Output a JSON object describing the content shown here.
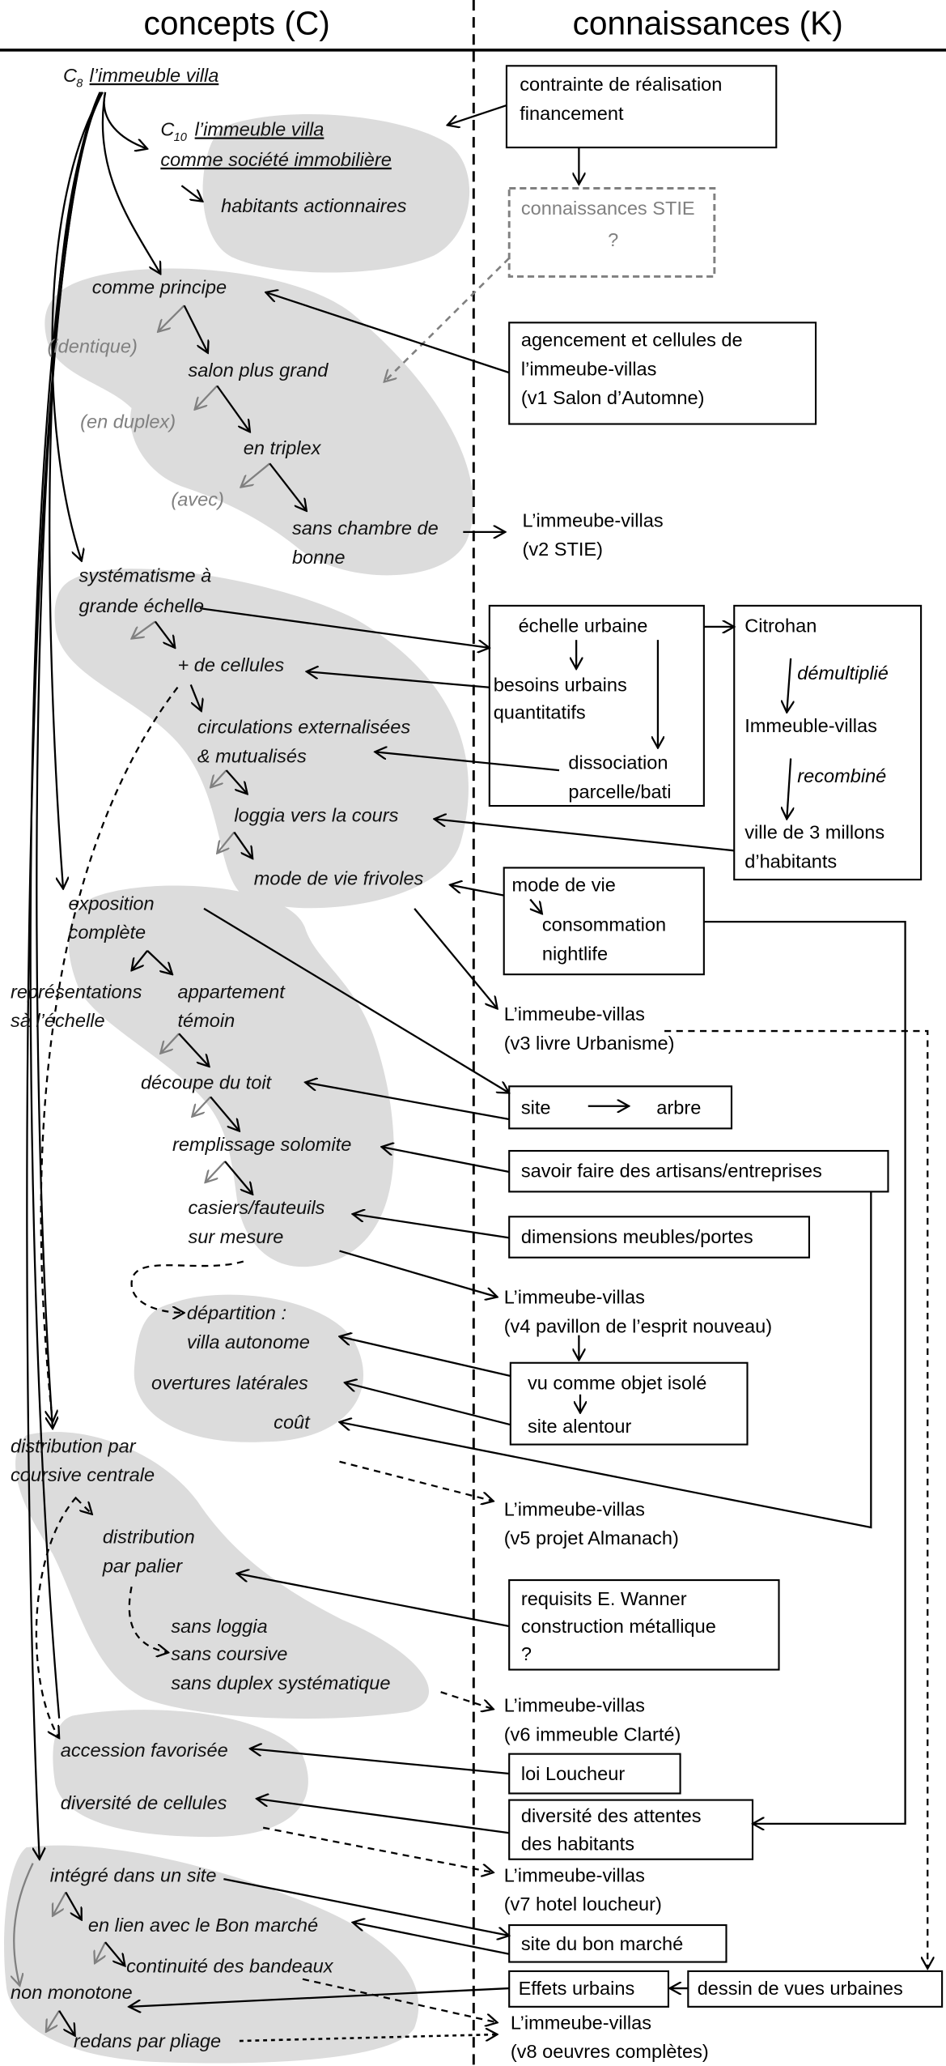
{
  "header": {
    "concepts_title": "concepts (C)",
    "knowledge_title": "connaissances (K)"
  },
  "concepts": {
    "c8": {
      "letter": "C",
      "index": "8",
      "title": "l’immeuble villa"
    },
    "c10": {
      "letter": "C",
      "index": "10",
      "title_line1": "l’immeuble villa",
      "title_line2": "comme société immobilière"
    },
    "habitants_actionnaires": "habitants actionnaires",
    "comme_principe": "comme principe",
    "identique": "(identique)",
    "salon_plus_grand": "salon plus grand",
    "en_duplex": "(en duplex)",
    "en_triplex": "en triplex",
    "avec": "(avec)",
    "sans_chambre": [
      "sans chambre de",
      "bonne"
    ],
    "systematisme": [
      "systématisme à",
      "grande échelle"
    ],
    "plus_de_cellules": "+ de cellules",
    "circulations": [
      "circulations externalisées",
      "& mutualisés"
    ],
    "loggia": "loggia vers la cours",
    "mode_de_vie_frivoles": "mode de vie frivoles",
    "exposition": [
      "exposition",
      "complète"
    ],
    "representations": [
      "représentations",
      "sà l’échelle"
    ],
    "appartement_temoin": [
      "appartement",
      "témoin"
    ],
    "decoupe_toit": "découpe du toit",
    "remplissage": "remplissage solomite",
    "casiers": [
      "casiers/fauteuils",
      "sur mesure"
    ],
    "departition": [
      "départition :",
      "villa autonome"
    ],
    "overtures": "overtures latérales",
    "cout": "coût",
    "distribution_coursive": [
      "distribution par",
      "coursive centrale"
    ],
    "distribution_palier": [
      "distribution",
      "par palier"
    ],
    "sans_list": [
      "sans loggia",
      "sans coursive",
      "sans duplex systématique"
    ],
    "accession": "accession favorisée",
    "diversite_cellules": "diversité de cellules",
    "integre": "intégré dans un site",
    "en_lien": "en lien avec le Bon marché",
    "continuite": "continuité des bandeaux",
    "non_monotone": "non monotone",
    "redans": "redans par pliage"
  },
  "knowledge": {
    "contrainte": [
      "contrainte de réalisation",
      "financement"
    ],
    "stie": [
      "connaissances STIE",
      "?"
    ],
    "agencement": [
      "agencement et cellules de",
      "l’immeube-villas",
      "(v1 Salon d’Automne)"
    ],
    "echelle_box": {
      "echelle_urbaine": "échelle urbaine",
      "besoins": [
        "besoins urbains",
        "quantitatifs"
      ],
      "dissociation": [
        "dissociation",
        "parcelle/bati"
      ]
    },
    "citrohan_box": {
      "citrohan": "Citrohan",
      "demultiplie": "démultiplié",
      "immeuble_villas": "Immeuble-villas",
      "recombine": "recombiné",
      "ville": [
        "ville de 3 millons",
        "d’habitants"
      ]
    },
    "mode_de_vie_box": [
      "mode de vie",
      "consommation",
      "nightlife"
    ],
    "site_arbre": {
      "site": "site",
      "arbre": "arbre"
    },
    "savoir_faire": "savoir faire des artisans/entreprises",
    "dimensions": "dimensions meubles/portes",
    "objet_isole_box": [
      "vu comme objet isolé",
      "site alentour"
    ],
    "requisits": [
      "requisits E. Wanner",
      "construction métallique",
      "?"
    ],
    "loi_loucheur": "loi Loucheur",
    "diversite_attentes": [
      "diversité des attentes",
      "des habitants"
    ],
    "site_bon_marche": "site du bon marché",
    "effets_urbains": "Effets urbains",
    "dessin_vues": "dessin de vues urbaines"
  },
  "versions": {
    "v2": [
      "L’immeube-villas",
      "(v2 STIE)"
    ],
    "v3": [
      "L’immeube-villas",
      "(v3 livre Urbanisme)"
    ],
    "v4": [
      "L’immeube-villas",
      "(v4 pavillon de l’esprit nouveau)"
    ],
    "v5": [
      "L’immeube-villas",
      "(v5 projet Almanach)"
    ],
    "v6": [
      "L’immeube-villas",
      "(v6 immeuble Clarté)"
    ],
    "v7": [
      "L’immeube-villas",
      "(v7 hotel loucheur)"
    ],
    "v8": [
      "L’immeube-villas",
      "(v8 oeuvres complètes)"
    ]
  },
  "colors": {
    "concept_region": "#dcdcdc",
    "ink": "#000000",
    "alternative_gray": "#808080"
  }
}
